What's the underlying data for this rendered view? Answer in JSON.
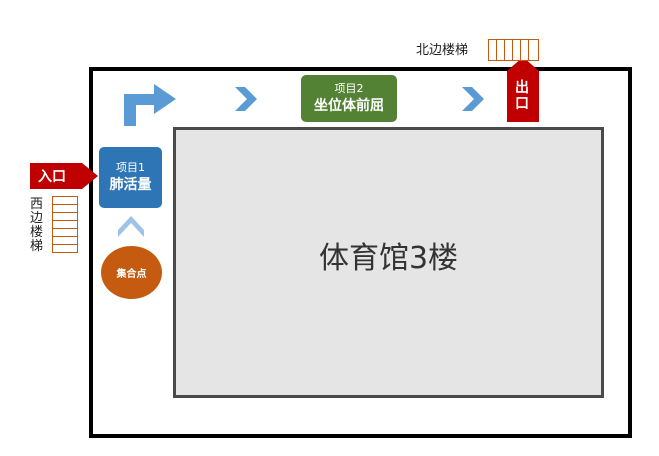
{
  "building": {
    "label": "体育馆3楼"
  },
  "station1": {
    "subtitle": "项目1",
    "title": "肺活量"
  },
  "station2": {
    "subtitle": "项目2",
    "title": "坐位体前屈"
  },
  "assembly_point": {
    "label": "集合点"
  },
  "entrance": {
    "label": "入口"
  },
  "exit": {
    "label": "出口"
  },
  "west_stairs": {
    "label": "西边楼梯"
  },
  "north_stairs": {
    "label": "北边楼梯"
  },
  "colors": {
    "station1": "#2e75b6",
    "station2": "#548235",
    "assembly": "#c55a11",
    "entrance_exit": "#c00000",
    "flow_arrow": "#5b9bd5",
    "stair_line": "#c55a11"
  },
  "icons": [
    "turn-right-arrow-icon",
    "chevron-right-icon",
    "chevron-up-icon",
    "stairs-icon"
  ]
}
